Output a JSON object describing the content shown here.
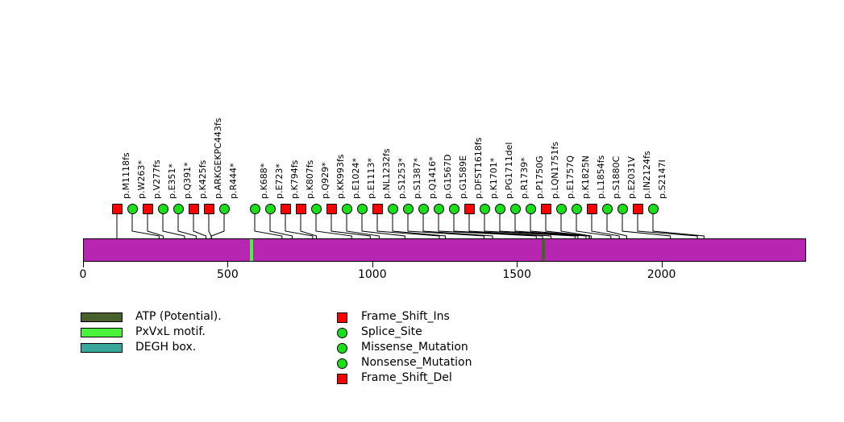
{
  "chart_data": {
    "type": "lollipop",
    "title": "",
    "xlabel": "",
    "ylabel": "",
    "axis": {
      "min": 0,
      "max": 2500,
      "ticks": [
        0,
        500,
        1000,
        1500,
        2000
      ],
      "tick_labels": [
        "0",
        "500",
        "1000",
        "1500",
        "2000"
      ],
      "protein_length": 2500
    },
    "protein_bar_color": "#b726b0",
    "domains": [
      {
        "name": "ATP (Potential).",
        "color": "#47602e",
        "start": 1586,
        "end": 1596
      },
      {
        "name": "PxVxL motif.",
        "color": "#4cf33c",
        "start": 578,
        "end": 588
      },
      {
        "name": "DEGH box.",
        "color": "#3aa79c",
        "start": 0,
        "end": 0
      }
    ],
    "mutations": [
      {
        "label": "p.M1118fs",
        "position": 118,
        "type": "Frame_Shift_Ins",
        "shape": "square",
        "color": "#fe0000"
      },
      {
        "label": "p.W263*",
        "position": 263,
        "type": "Nonsense_Mutation",
        "shape": "circle",
        "color": "#19e019"
      },
      {
        "label": "p.V277fs",
        "position": 277,
        "type": "Frame_Shift_Del",
        "shape": "square",
        "color": "#fe0000"
      },
      {
        "label": "p.E351*",
        "position": 351,
        "type": "Nonsense_Mutation",
        "shape": "circle",
        "color": "#19e019"
      },
      {
        "label": "p.Q391*",
        "position": 391,
        "type": "Nonsense_Mutation",
        "shape": "circle",
        "color": "#19e019"
      },
      {
        "label": "p.K425fs",
        "position": 425,
        "type": "Frame_Shift_Del",
        "shape": "square",
        "color": "#fe0000"
      },
      {
        "label": "p.ARKGEKPC443fs",
        "position": 443,
        "type": "Frame_Shift_Ins",
        "shape": "square",
        "color": "#fe0000"
      },
      {
        "label": "p.R444*",
        "position": 444,
        "type": "Nonsense_Mutation",
        "shape": "circle",
        "color": "#19e019"
      },
      {
        "label": "p.K688*",
        "position": 688,
        "type": "Nonsense_Mutation",
        "shape": "circle",
        "color": "#19e019"
      },
      {
        "label": "p.E723*",
        "position": 723,
        "type": "Nonsense_Mutation",
        "shape": "circle",
        "color": "#19e019"
      },
      {
        "label": "p.K794fs",
        "position": 794,
        "type": "Frame_Shift_Del",
        "shape": "square",
        "color": "#fe0000"
      },
      {
        "label": "p.K807fs",
        "position": 807,
        "type": "Frame_Shift_Del",
        "shape": "square",
        "color": "#fe0000"
      },
      {
        "label": "p.Q929*",
        "position": 929,
        "type": "Nonsense_Mutation",
        "shape": "circle",
        "color": "#19e019"
      },
      {
        "label": "p.KK993fs",
        "position": 993,
        "type": "Frame_Shift_Ins",
        "shape": "square",
        "color": "#fe0000"
      },
      {
        "label": "p.E1024*",
        "position": 1024,
        "type": "Nonsense_Mutation",
        "shape": "circle",
        "color": "#19e019"
      },
      {
        "label": "p.E1113*",
        "position": 1113,
        "type": "Nonsense_Mutation",
        "shape": "circle",
        "color": "#19e019"
      },
      {
        "label": "p.NL1232fs",
        "position": 1232,
        "type": "Frame_Shift_Del",
        "shape": "square",
        "color": "#fe0000"
      },
      {
        "label": "p.S1253*",
        "position": 1253,
        "type": "Nonsense_Mutation",
        "shape": "circle",
        "color": "#19e019"
      },
      {
        "label": "p.S1387*",
        "position": 1387,
        "type": "Nonsense_Mutation",
        "shape": "circle",
        "color": "#19e019"
      },
      {
        "label": "p.Q1416*",
        "position": 1416,
        "type": "Nonsense_Mutation",
        "shape": "circle",
        "color": "#19e019"
      },
      {
        "label": "p.G1567D",
        "position": 1567,
        "type": "Missense_Mutation",
        "shape": "circle",
        "color": "#19e019"
      },
      {
        "label": "p.G1589E",
        "position": 1589,
        "type": "Missense_Mutation",
        "shape": "circle",
        "color": "#19e019"
      },
      {
        "label": "p.DFST1618fs",
        "position": 1618,
        "type": "Frame_Shift_Del",
        "shape": "square",
        "color": "#fe0000"
      },
      {
        "label": "p.K1701*",
        "position": 1701,
        "type": "Nonsense_Mutation",
        "shape": "circle",
        "color": "#19e019"
      },
      {
        "label": "p.PG1711del",
        "position": 1711,
        "type": "Splice_Site",
        "shape": "circle",
        "color": "#19e019"
      },
      {
        "label": "p.R1739*",
        "position": 1739,
        "type": "Nonsense_Mutation",
        "shape": "circle",
        "color": "#19e019"
      },
      {
        "label": "p.P1750G",
        "position": 1750,
        "type": "Missense_Mutation",
        "shape": "circle",
        "color": "#19e019"
      },
      {
        "label": "p.LQN1751fs",
        "position": 1751,
        "type": "Frame_Shift_Ins",
        "shape": "square",
        "color": "#fe0000"
      },
      {
        "label": "p.E1757Q",
        "position": 1757,
        "type": "Missense_Mutation",
        "shape": "circle",
        "color": "#19e019"
      },
      {
        "label": "p.K1825N",
        "position": 1825,
        "type": "Missense_Mutation",
        "shape": "circle",
        "color": "#19e019"
      },
      {
        "label": "p.L1854fs",
        "position": 1854,
        "type": "Frame_Shift_Del",
        "shape": "square",
        "color": "#fe0000"
      },
      {
        "label": "p.S1880C",
        "position": 1880,
        "type": "Missense_Mutation",
        "shape": "circle",
        "color": "#19e019"
      },
      {
        "label": "p.E2031V",
        "position": 2031,
        "type": "Missense_Mutation",
        "shape": "circle",
        "color": "#19e019"
      },
      {
        "label": "p.IN2124fs",
        "position": 2124,
        "type": "Frame_Shift_Ins",
        "shape": "square",
        "color": "#fe0000"
      },
      {
        "label": "p.S2147I",
        "position": 2147,
        "type": "Missense_Mutation",
        "shape": "circle",
        "color": "#19e019"
      }
    ],
    "legend": {
      "domains": [
        {
          "label": "ATP (Potential).",
          "color": "#47602e",
          "shape": "rect"
        },
        {
          "label": "PxVxL motif.",
          "color": "#4cf33c",
          "shape": "rect"
        },
        {
          "label": "DEGH box.",
          "color": "#3aa79c",
          "shape": "rect"
        }
      ],
      "mutation_types": [
        {
          "label": "Frame_Shift_Ins",
          "color": "#fe0000",
          "shape": "square"
        },
        {
          "label": "Splice_Site",
          "color": "#19e019",
          "shape": "circle"
        },
        {
          "label": "Missense_Mutation",
          "color": "#19e019",
          "shape": "circle"
        },
        {
          "label": "Nonsense_Mutation",
          "color": "#19e019",
          "shape": "circle"
        },
        {
          "label": "Frame_Shift_Del",
          "color": "#fe0000",
          "shape": "square"
        }
      ]
    }
  }
}
